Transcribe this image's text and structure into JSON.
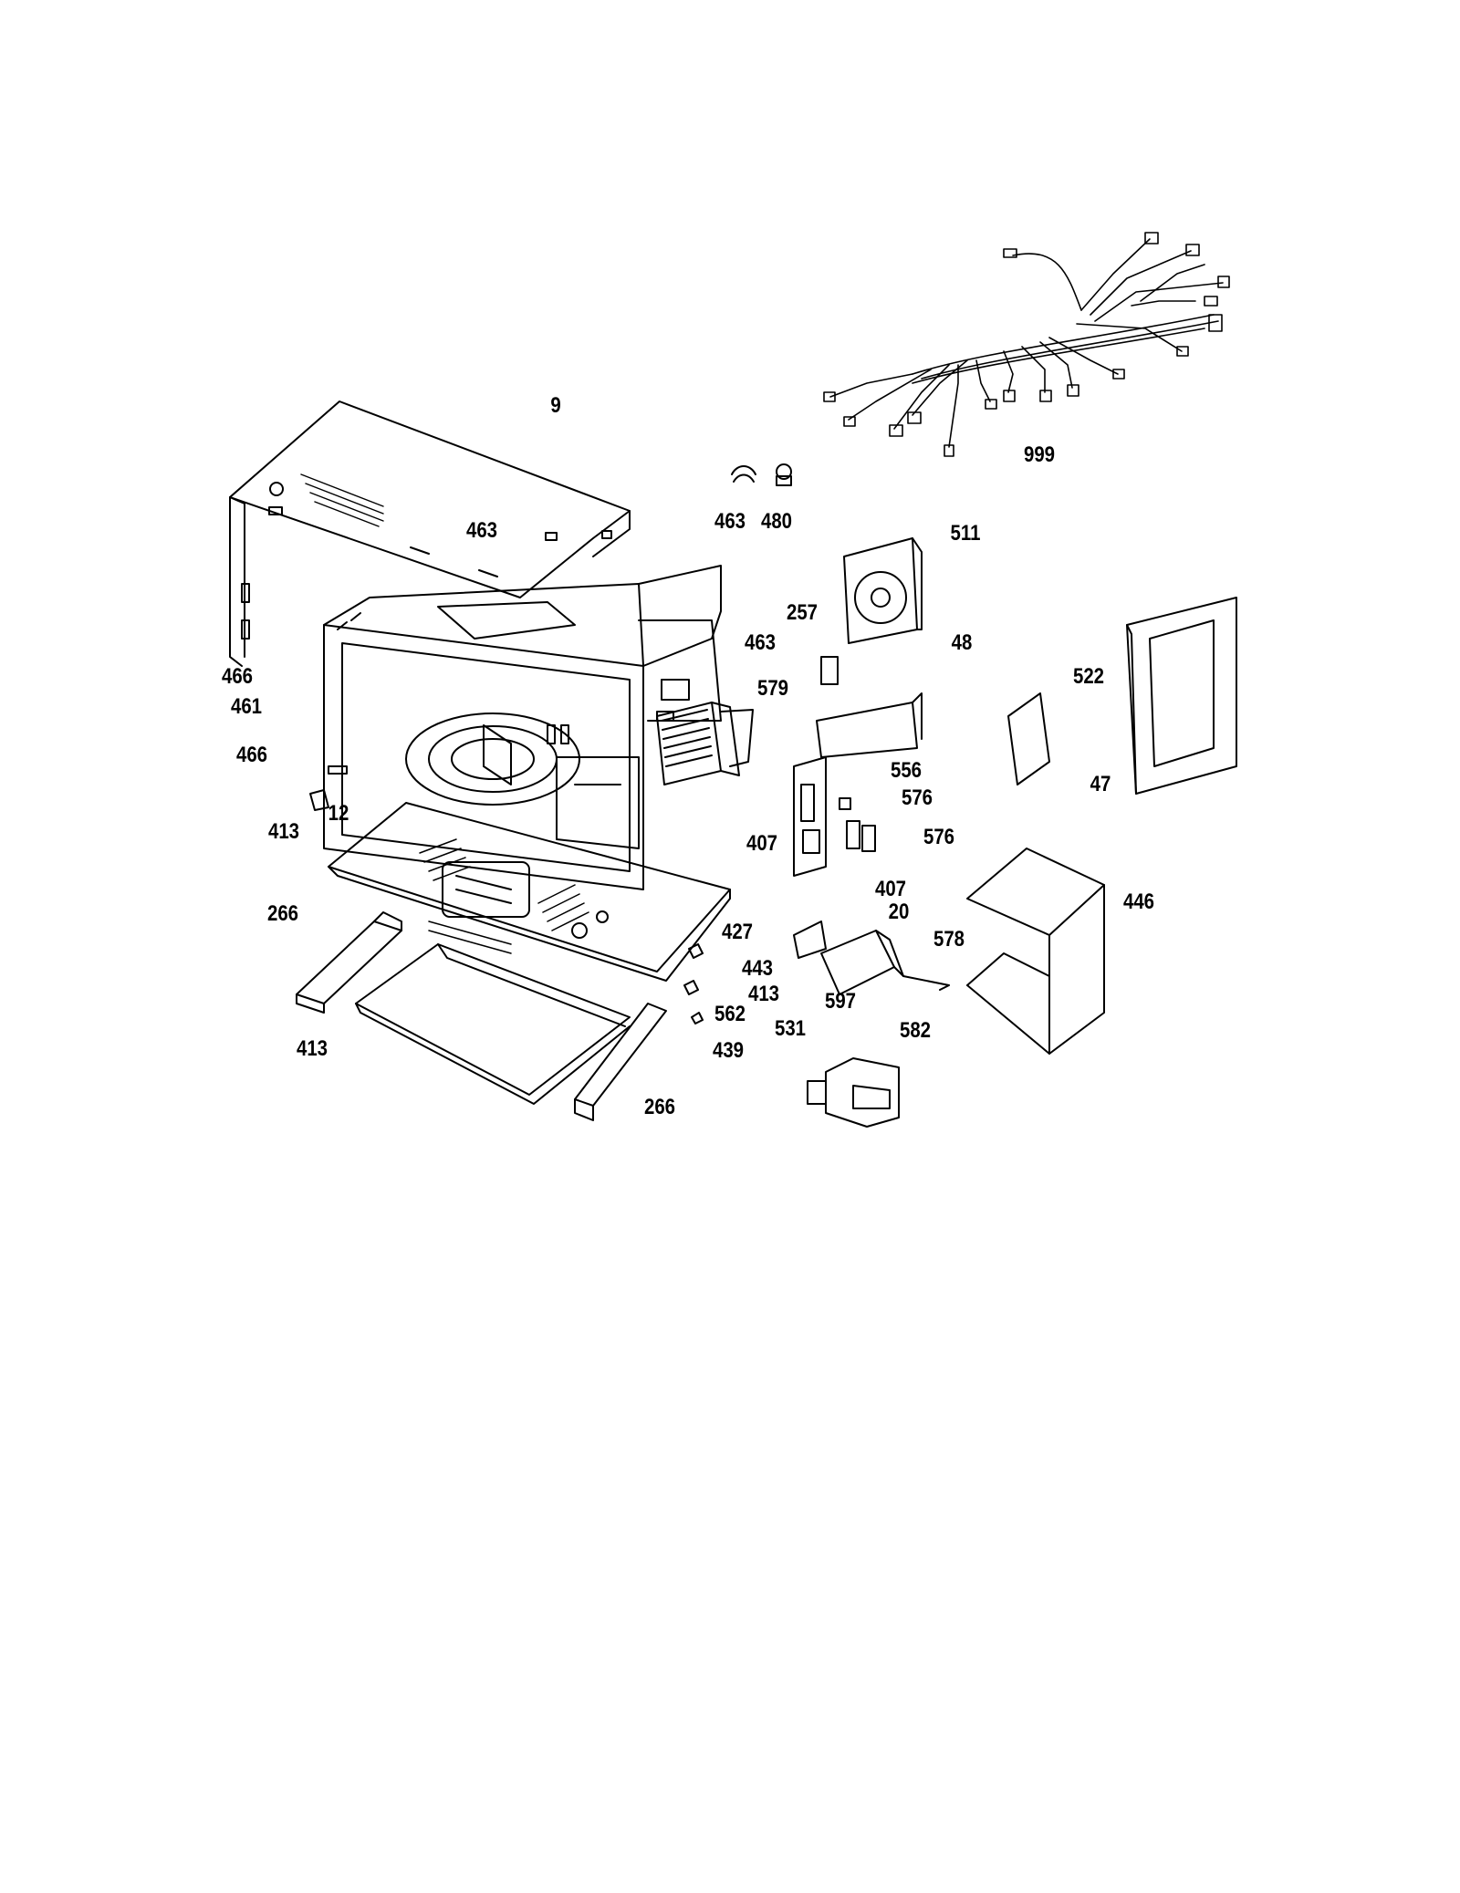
{
  "diagram": {
    "labels": {
      "l_9": "9",
      "l_999": "999",
      "l_463_top": "463",
      "l_480": "480",
      "l_463_cab": "463",
      "l_511": "511",
      "l_257": "257",
      "l_463_mid": "463",
      "l_48": "48",
      "l_466_a": "466",
      "l_461": "461",
      "l_466_b": "466",
      "l_579": "579",
      "l_522": "522",
      "l_556": "556",
      "l_576_a": "576",
      "l_47": "47",
      "l_12": "12",
      "l_413_a": "413",
      "l_576_b": "576",
      "l_407_a": "407",
      "l_407_b": "407",
      "l_20": "20",
      "l_446": "446",
      "l_266_a": "266",
      "l_427": "427",
      "l_578": "578",
      "l_443": "443",
      "l_413_b": "413",
      "l_597": "597",
      "l_562": "562",
      "l_531": "531",
      "l_582": "582",
      "l_413_c": "413",
      "l_439": "439",
      "l_266_b": "266"
    }
  }
}
